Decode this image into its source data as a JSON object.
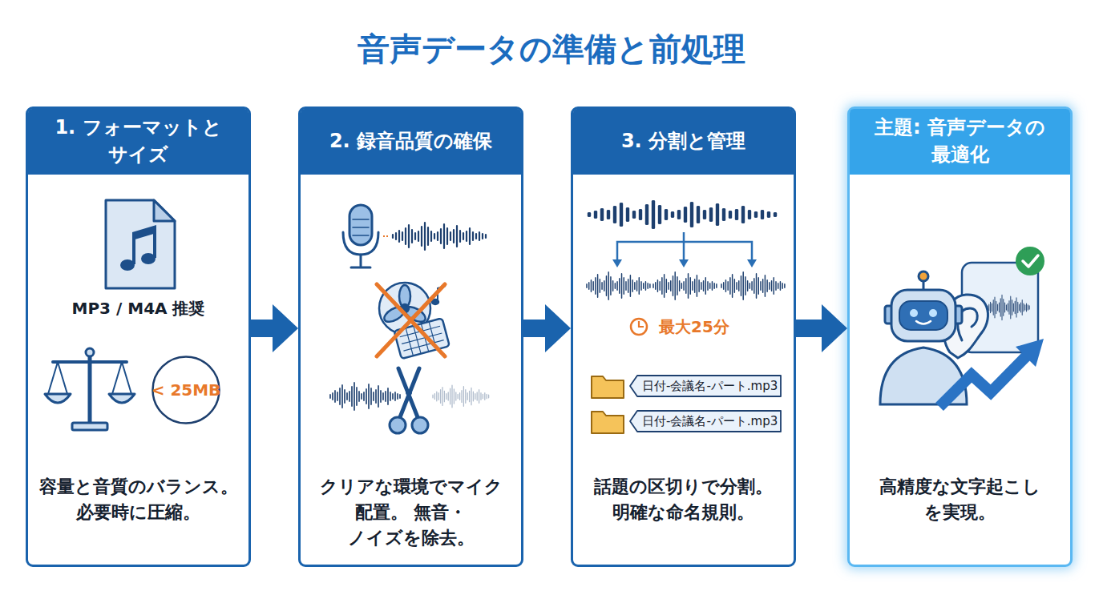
{
  "diagram": {
    "title": "音声データの準備と前処理",
    "nodes": [
      {
        "text": [
          "1. フォーマットと サイズ",
          "MP3 / M4A 推奨",
          "容量と音質のバランス。 必要時に圧縮。"
        ]
      },
      {
        "text": [
          "< 25MB"
        ],
        "in": 0
      },
      {
        "text": [
          "2. 録音品質の確保",
          "クリアな環境でマイク 配置。 無音・ノイズを除去。"
        ]
      },
      {
        "text": [
          "3. 分割と管理",
          "最大25分",
          "話題の区切りで分割。 明確な命名規則。"
        ]
      },
      {
        "text": [
          "日付-会議名-パート.mp3"
        ],
        "in": 3
      },
      {
        "text": [
          "日付-会議名-パート.mp3"
        ],
        "in": 3
      },
      {
        "text": [
          "主題: 音声データの 最適化",
          "高精度な文字起こし を実現。"
        ]
      }
    ],
    "edges": [
      {
        "from": 0,
        "to": 2,
        "arrow": "to"
      },
      {
        "from": 2,
        "to": 3,
        "arrow": "to"
      },
      {
        "from": 3,
        "to": 6,
        "arrow": "to"
      }
    ]
  }
}
